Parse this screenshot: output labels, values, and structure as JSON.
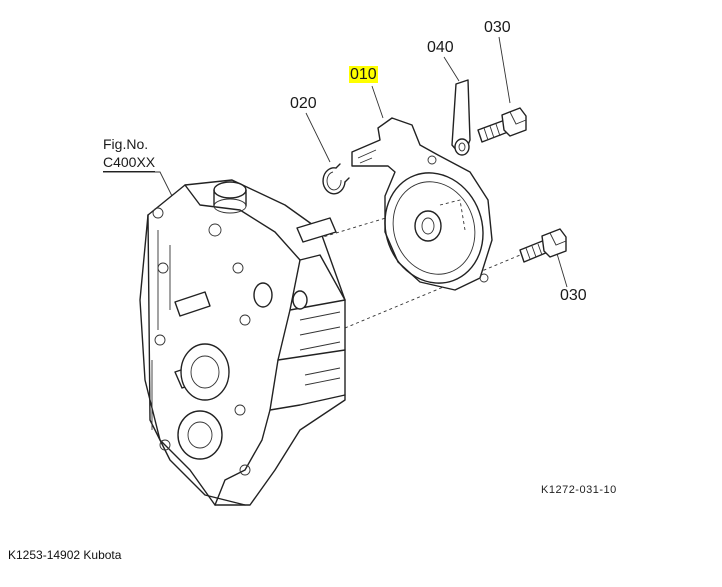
{
  "figure": {
    "fig_label": "Fig.No.",
    "fig_number": "C400XX",
    "drawing_ref": "K1272-031-10"
  },
  "callouts": [
    {
      "id": "010",
      "text": "010",
      "highlighted": true,
      "highlight_color": "#ffff00"
    },
    {
      "id": "020",
      "text": "020",
      "highlighted": false
    },
    {
      "id": "030a",
      "text": "030",
      "highlighted": false
    },
    {
      "id": "040",
      "text": "040",
      "highlighted": false
    },
    {
      "id": "030b",
      "text": "030",
      "highlighted": false
    }
  ],
  "caption": "K1253-14902 Kubota"
}
